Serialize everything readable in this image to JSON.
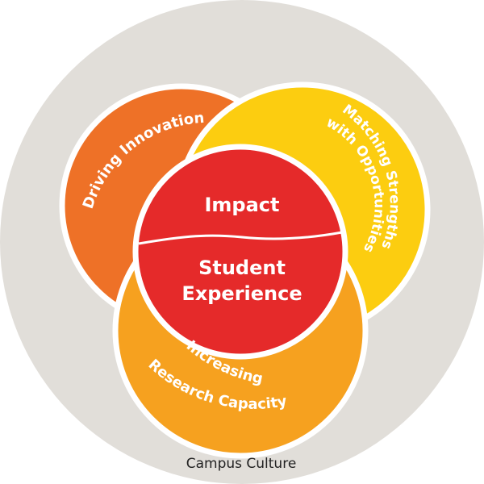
{
  "diagram": {
    "outer_ring": {
      "label": "Campus Culture",
      "color": "#e1ded9"
    },
    "circles": {
      "driving_innovation": {
        "label": "Driving Innovation",
        "color": "#ee7127"
      },
      "matching_strengths": {
        "label_line1": "Matching Strengths",
        "label_line2": "with Opportunities",
        "color": "#fccd10"
      },
      "research_capacity": {
        "label_line1": "Increasing",
        "label_line2": "Research Capacity",
        "color": "#f6a11f"
      }
    },
    "center": {
      "color": "#e52a2a",
      "top_label": "Impact",
      "bottom_label_line1": "Student",
      "bottom_label_line2": "Experience"
    },
    "stroke_color": "#ffffff"
  }
}
